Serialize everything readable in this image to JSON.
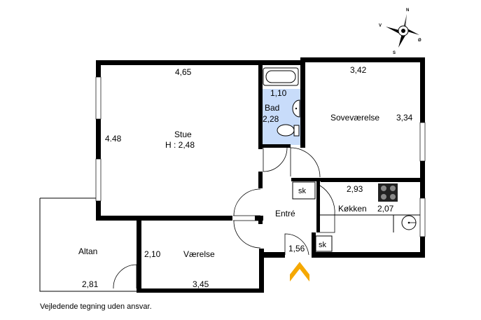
{
  "rooms": {
    "stue": {
      "name": "Stue",
      "height": "H : 2,48",
      "width": "4,65",
      "depth": "4.48"
    },
    "bad": {
      "name": "Bad",
      "width": "1,10",
      "depth": "2,28"
    },
    "sovevaerelse": {
      "name": "Soveværelse",
      "width": "3,42",
      "depth": "3,34"
    },
    "kokken": {
      "name": "Køkken",
      "width": "2,93",
      "depth": "2,07"
    },
    "entre": {
      "name": "Entré",
      "width": "1,56"
    },
    "vaerelse": {
      "name": "Værelse",
      "width": "3,45",
      "depth": "2,10"
    },
    "altan": {
      "name": "Altan",
      "width": "2,81"
    }
  },
  "closets": [
    {
      "label": "sk"
    },
    {
      "label": "sk"
    }
  ],
  "compass": {
    "north": "N",
    "south": "S",
    "east": "Ø",
    "west": "V"
  },
  "disclaimer": "Vejledende tegning uden ansvar.",
  "colors": {
    "bathroom": "#c8dcfa",
    "wall": "#000000",
    "entrance_arrow": "#f5a800"
  }
}
